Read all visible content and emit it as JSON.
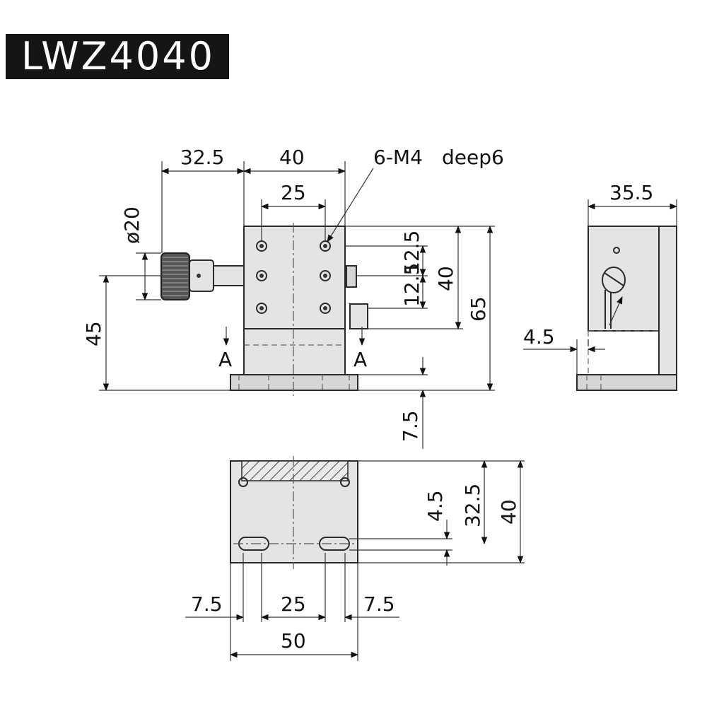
{
  "title": "LWZ4040",
  "callout": {
    "prefix": "6-M4",
    "suffix": "deep6"
  },
  "section_marks": {
    "left": "A",
    "right": "A"
  },
  "dimensions": {
    "front_top_left": "32.5",
    "front_top_width": "40",
    "front_hole_spacing": "25",
    "knob_diameter": "20",
    "knob_height": "45",
    "hole_pitch_upper": "12.5",
    "hole_pitch_lower": "12.5",
    "stage_height": "40",
    "total_height": "65",
    "base_thickness": "7.5",
    "side_width": "35.5",
    "side_offset": "4.5",
    "bottom_slot_offset": "4.5",
    "bottom_slot_depth": "32.5",
    "bottom_depth": "40",
    "bottom_left_margin": "7.5",
    "bottom_slot_spacing": "25",
    "bottom_right_margin": "7.5",
    "bottom_total_width": "50"
  },
  "colors": {
    "title_bg": "#151515",
    "title_fg": "#ffffff",
    "line": "#2a2a2a",
    "fill": "#e4e4e4"
  }
}
